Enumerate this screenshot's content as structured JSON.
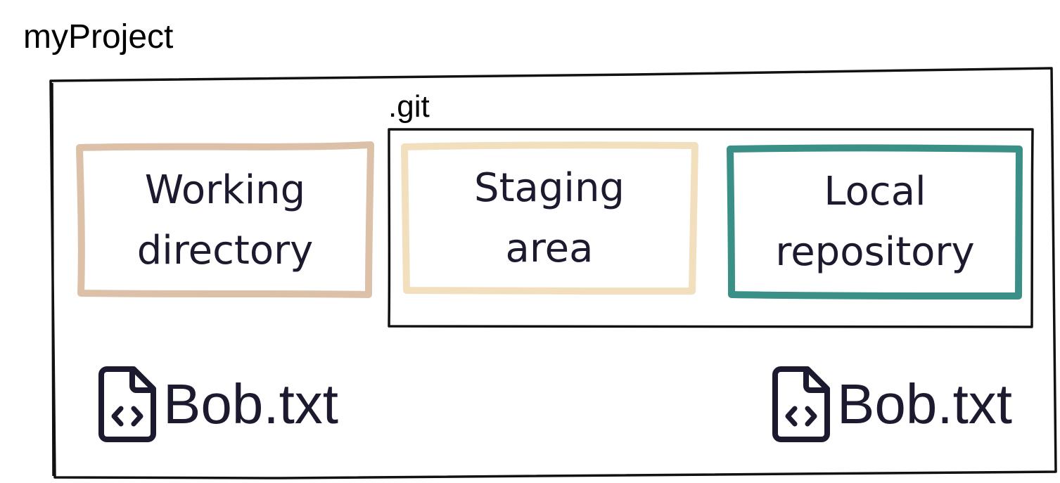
{
  "project": {
    "label": "myProject"
  },
  "git": {
    "label": ".git"
  },
  "areas": [
    {
      "id": "working-directory",
      "lines": [
        "Working",
        "directory"
      ],
      "border_color": "#ddc0a8"
    },
    {
      "id": "staging-area",
      "lines": [
        "Staging",
        "area"
      ],
      "border_color": "#f2dfbe"
    },
    {
      "id": "local-repository",
      "lines": [
        "Local",
        "repository"
      ],
      "border_color": "#3a8f86"
    }
  ],
  "files": [
    {
      "name": "Bob.txt",
      "icon": "code-file-icon",
      "location": "working-directory"
    },
    {
      "name": "Bob.txt",
      "icon": "code-file-icon",
      "location": "local-repository"
    }
  ],
  "colors": {
    "outline": "#111111",
    "text": "#1c1a2e",
    "icon": "#1c1a2e"
  }
}
